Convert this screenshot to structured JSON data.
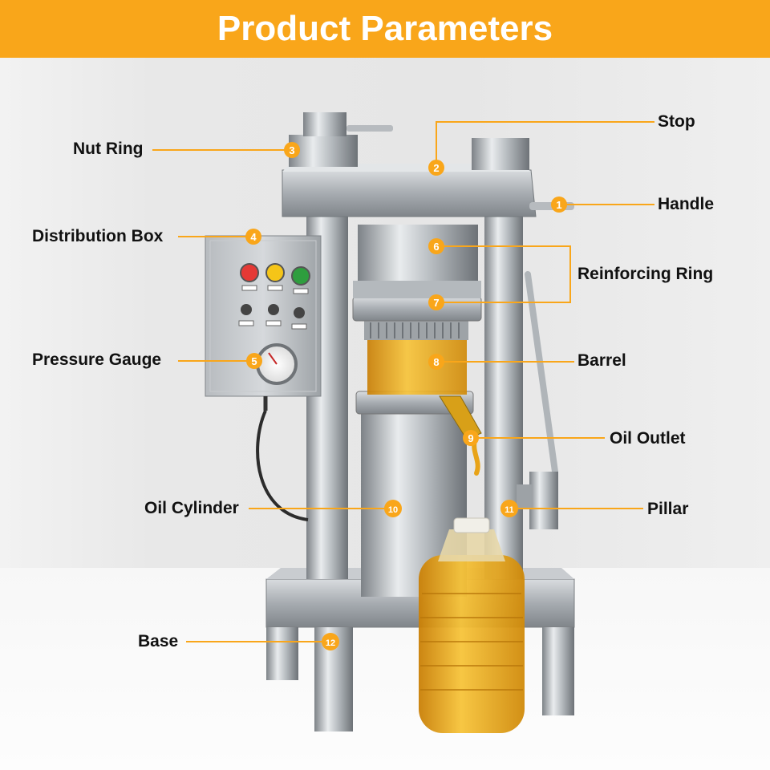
{
  "header": {
    "title": "Product Parameters"
  },
  "colors": {
    "banner": "#F9A61A",
    "callout": "#F9A61A",
    "oil": "#E8A317",
    "steel": "#A9AEB3"
  },
  "callouts": [
    {
      "number": "1",
      "label": "Handle"
    },
    {
      "number": "2",
      "label": "Stop"
    },
    {
      "number": "3",
      "label": "Nut Ring"
    },
    {
      "number": "4",
      "label": "Distribution Box"
    },
    {
      "number": "5",
      "label": "Pressure Gauge"
    },
    {
      "number": "6",
      "label": "Reinforcing Ring"
    },
    {
      "number": "7",
      "label": "Reinforcing Ring"
    },
    {
      "number": "8",
      "label": "Barrel"
    },
    {
      "number": "9",
      "label": "Oil Outlet"
    },
    {
      "number": "10",
      "label": "Oil Cylinder"
    },
    {
      "number": "11",
      "label": "Pillar"
    },
    {
      "number": "12",
      "label": "Base"
    }
  ]
}
